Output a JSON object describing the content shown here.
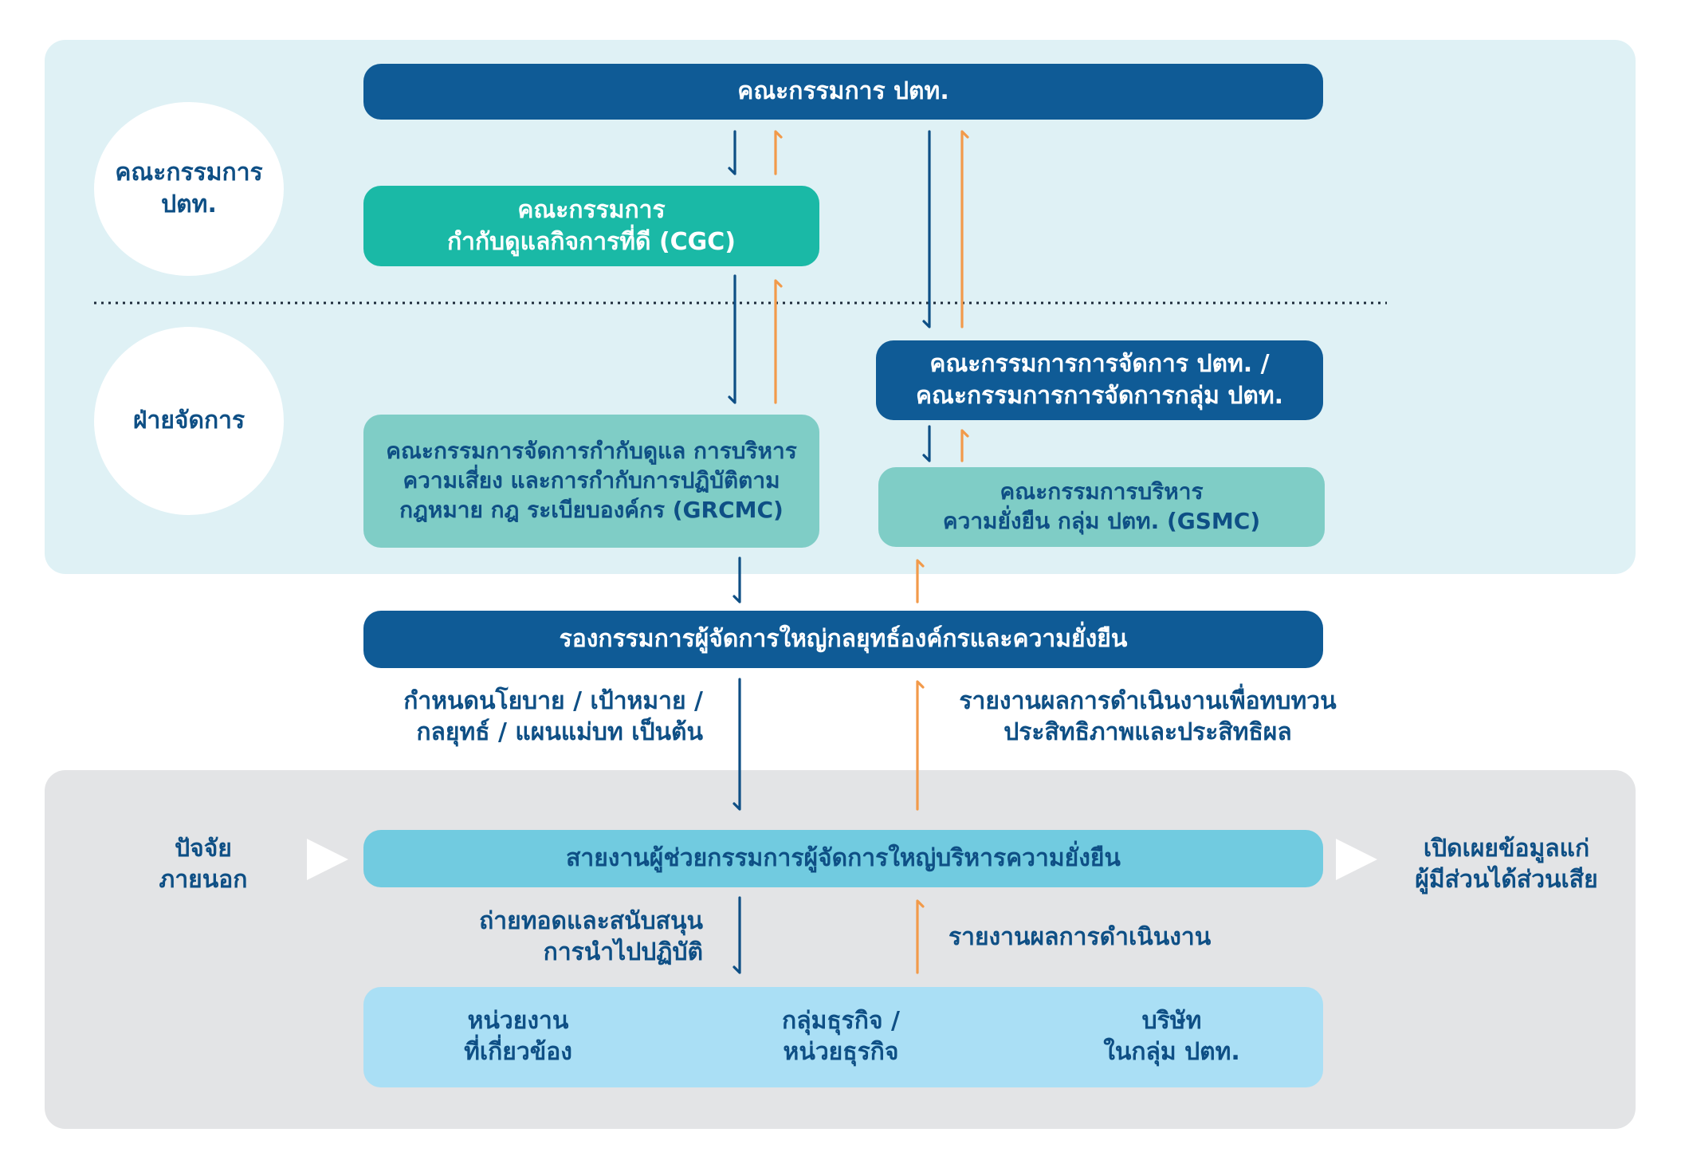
{
  "colors": {
    "navy": "#0f5b96",
    "teal": "#1ab9a6",
    "mint": "#7fcdc6",
    "sky": "#71cbe0",
    "pale_blue": "#aadff5",
    "board_zone": "#dff1f5",
    "operations_zone": "#e3e4e6",
    "down_arrow": "#0e4f85",
    "up_arrow": "#f29a4a",
    "text": "#0e4f85"
  },
  "zones": {
    "board_label": "คณะกรรมการ\nปตท.",
    "management_label": "ฝ่ายจัดการ"
  },
  "boxes": {
    "ptt_board": "คณะกรรมการ ปตท.",
    "cgc": "คณะกรรมการ\nกำกับดูแลกิจการที่ดี (CGC)",
    "management_committee": "คณะกรรมการการจัดการ ปตท. /\nคณะกรรมการการจัดการกลุ่ม ปตท.",
    "grcmc": "คณะกรรมการจัดการกำกับดูแล การบริหาร\nความเสี่ยง และการกำกับการปฏิบัติตาม\nกฎหมาย กฎ ระเบียบองค์กร (GRCMC)",
    "gsmc": "คณะกรรมการบริหาร\nความยั่งยืน กลุ่ม ปตท. (GSMC)",
    "svp_strategy": "รองกรรมการผู้จัดการใหญ่กลยุทธ์องค์กรและความยั่งยืน",
    "sustainability_office": "สายงานผู้ช่วยกรรมการผู้จัดการใหญ่บริหารความยั่งยืน"
  },
  "flow_labels": {
    "policy": "กำหนดนโยบาย / เป้าหมาย /\nกลยุทธ์ / แผนแม่บท เป็นต้น",
    "report_review": "รายงานผลการดำเนินงานเพื่อทบทวน\nประสิทธิภาพและประสิทธิผล",
    "support": "ถ่ายทอดและสนับสนุน\nการนำไปปฏิบัติ",
    "report": "รายงานผลการดำเนินงาน"
  },
  "side_labels": {
    "external_factors": "ปัจจัย\nภายนอก",
    "disclosure": "เปิดเผยข้อมูลแก่\nผู้มีส่วนได้ส่วนเสีย"
  },
  "units": [
    "หน่วยงาน\nที่เกี่ยวข้อง",
    "กลุ่มธุรกิจ /\nหน่วยธุรกิจ",
    "บริษัท\nในกลุ่ม ปตท."
  ]
}
